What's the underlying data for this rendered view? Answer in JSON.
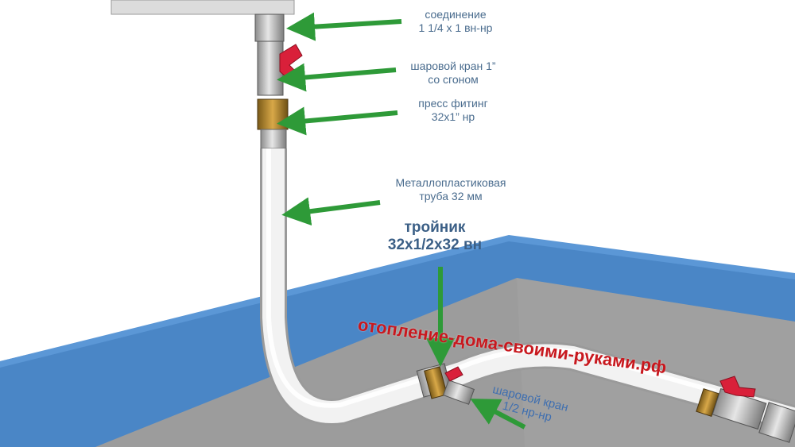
{
  "colors": {
    "wall": "#4a86c6",
    "wall_dark": "#3f75b0",
    "floor": "#9a9a9a",
    "pipe": "#eeeeee",
    "arrow": "#2e9a38",
    "valve_handle": "#d9203a",
    "brass": "#b98a2a",
    "label_text": "#4a6c8e",
    "watermark": "#c8181e"
  },
  "labels": {
    "connection": {
      "line1": "соединение",
      "line2": "1 1/4 х 1 вн-нр"
    },
    "ball_valve": {
      "line1": "шаровой кран 1”",
      "line2": "со сгоном"
    },
    "press_fitting": {
      "line1": "пресс фитинг",
      "line2": "32х1” нр"
    },
    "pipe": {
      "line1": "Металлопластиковая",
      "line2": "труба 32 мм"
    },
    "tee": {
      "line1": "тройник",
      "line2": "32х1/2х32 вн"
    },
    "small_valve": {
      "line1": "шаровой кран",
      "line2": "1/2 нр-нр"
    }
  },
  "watermark": "отопление-дома-своими-руками.рф"
}
